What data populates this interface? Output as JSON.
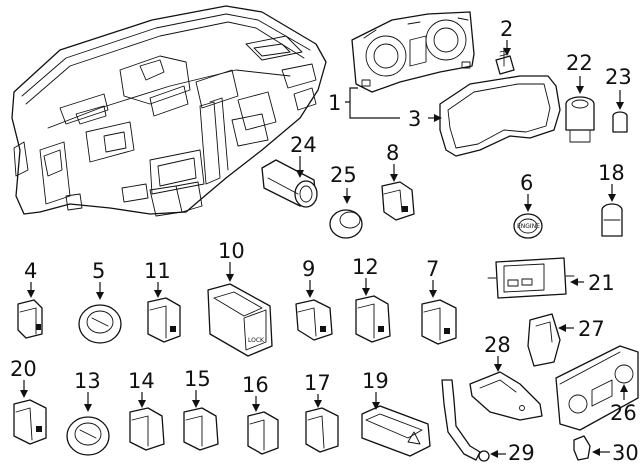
{
  "callouts": {
    "c1": "1",
    "c2": "2",
    "c3": "3",
    "c4": "4",
    "c5": "5",
    "c6": "6",
    "c7": "7",
    "c8": "8",
    "c9": "9",
    "c10": "10",
    "c11": "11",
    "c12": "12",
    "c13": "13",
    "c14": "14",
    "c15": "15",
    "c16": "16",
    "c17": "17",
    "c18": "18",
    "c19": "19",
    "c20": "20",
    "c21": "21",
    "c22": "22",
    "c23": "23",
    "c24": "24",
    "c25": "25",
    "c26": "26",
    "c27": "27",
    "c28": "28",
    "c29": "29",
    "c30": "30"
  },
  "markings": {
    "switch_10_face": "LOCK",
    "switch_6_face": "ENGINE"
  }
}
